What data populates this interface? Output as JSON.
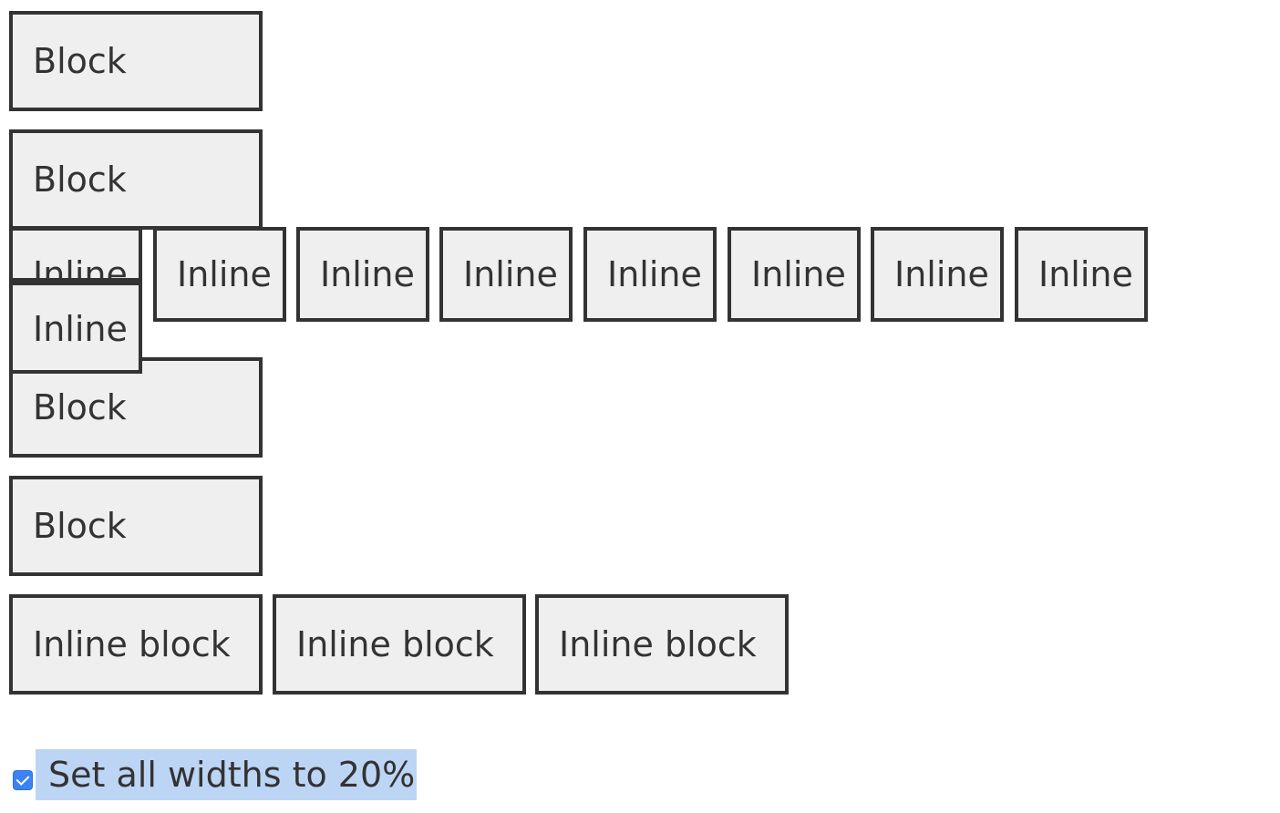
{
  "blocks_top": [
    {
      "label": "Block"
    },
    {
      "label": "Block"
    }
  ],
  "inline_row": [
    {
      "label": "Inline"
    },
    {
      "label": "Inline"
    },
    {
      "label": "Inline"
    },
    {
      "label": "Inline"
    },
    {
      "label": "Inline"
    },
    {
      "label": "Inline"
    },
    {
      "label": "Inline"
    },
    {
      "label": "Inline"
    },
    {
      "label": "Inline"
    }
  ],
  "blocks_bottom": [
    {
      "label": "Block"
    },
    {
      "label": "Block"
    }
  ],
  "inline_blocks": [
    {
      "label": "Inline block"
    },
    {
      "label": "Inline block"
    },
    {
      "label": "Inline block"
    }
  ],
  "width_toggle": {
    "label": "Set all widths to 20%",
    "checked": true
  },
  "colors": {
    "box_background": "#efefef",
    "box_border": "#333333",
    "checkbox_accent": "#3b82f6",
    "selection_highlight": "#bcd5f5"
  }
}
